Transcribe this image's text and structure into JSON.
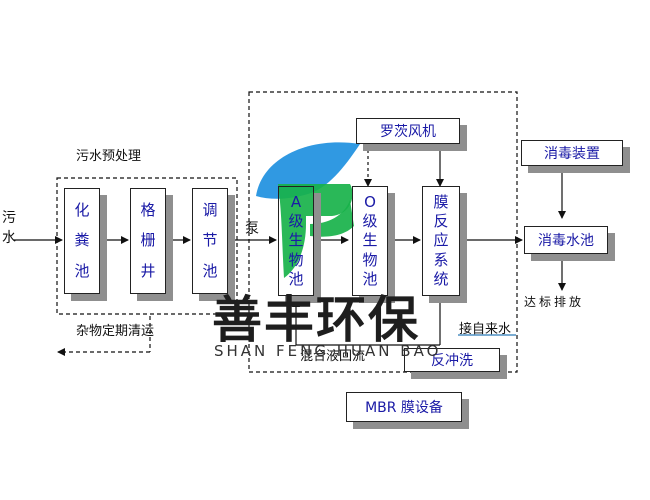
{
  "diagram": {
    "sewage": [
      "污",
      "水"
    ],
    "pretreatment_label": "污水预处理",
    "septic_tank": [
      "化",
      "粪",
      "池"
    ],
    "grille_well": [
      "格",
      "栅",
      "井"
    ],
    "adjust_tank": [
      "调",
      "节",
      "池"
    ],
    "pump_label": "泵",
    "a_tank": [
      "A",
      "级",
      "生",
      "物",
      "池"
    ],
    "o_tank": [
      "O",
      "级",
      "生",
      "物",
      "池"
    ],
    "membrane_tank": [
      "膜",
      "反",
      "应",
      "系",
      "统"
    ],
    "roots_blower": "罗茨风机",
    "disinfect_device": "消毒装置",
    "disinfect_tank": "消毒水池",
    "discharge_label": "达标排放",
    "sludge_label": "杂物定期清运",
    "tap_water_label": "接自来水",
    "backwash": "反冲洗",
    "mixed_reflux": "混合液回流",
    "mbr_device": "MBR 膜设备",
    "watermark": {
      "name": "善丰环保",
      "pinyin": "SHAN FENG HUAN BAO"
    }
  },
  "colors": {
    "box_text": "#1a1aa6",
    "shadow": "#8f8f8f",
    "logo_blue": "#1e90e0",
    "logo_green": "#18b24a"
  }
}
